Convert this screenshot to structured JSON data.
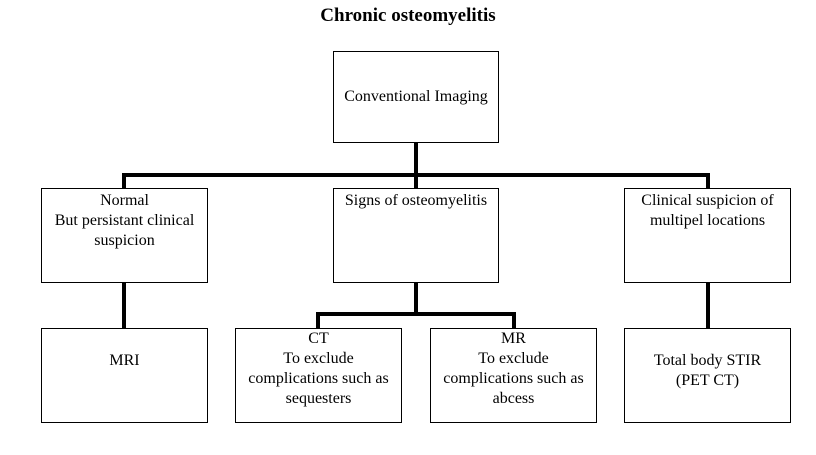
{
  "title": "Chronic osteomyelitis",
  "root": {
    "label": "Conventional Imaging"
  },
  "branches": [
    {
      "lines": [
        "Normal",
        "But persistant clinical",
        "suspicion"
      ]
    },
    {
      "lines": [
        "Signs of osteomyelitis"
      ]
    },
    {
      "lines": [
        "Clinical suspicion of",
        "multipel locations"
      ]
    }
  ],
  "leaves": [
    {
      "lines": [
        "MRI"
      ]
    },
    {
      "lines": [
        "CT",
        "To exclude",
        "complications such as",
        "sequesters"
      ]
    },
    {
      "lines": [
        "MR",
        "To exclude",
        "complications such as",
        "abcess"
      ]
    },
    {
      "lines": [
        "Total body STIR",
        "(PET CT)"
      ]
    }
  ],
  "colors": {
    "line": "#000000",
    "border": "#000000",
    "background": "#ffffff"
  }
}
